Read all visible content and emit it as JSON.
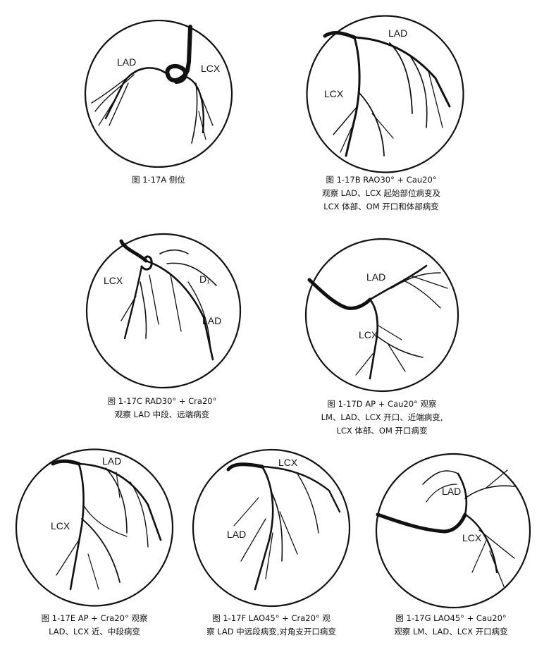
{
  "panels": [
    {
      "id": "A",
      "labels": [
        "LAD",
        "LCX"
      ],
      "caption": [
        "图 1-17A   侧位"
      ]
    },
    {
      "id": "B",
      "labels": [
        "LAD",
        "LCX"
      ],
      "caption": [
        "图 1-17B   RAO30°  + Cau20°",
        "观察 LAD、LCX 起始部位病变及",
        "LCX 体部、OM 开口和体部病变"
      ]
    },
    {
      "id": "C",
      "labels": [
        "LCX",
        "D₁",
        "LAD"
      ],
      "caption": [
        "图 1-17C   RAD30°  + Cra20°",
        "观察 LAD 中段、远端病变"
      ]
    },
    {
      "id": "D",
      "labels": [
        "LAD",
        "LCX"
      ],
      "caption": [
        "图 1-17D   AP + Cau20°  观察",
        "LM、LAD、LCX 开口、近端病变,",
        "LCX 体部、OM 开口病变"
      ]
    },
    {
      "id": "E",
      "labels": [
        "LAD",
        "LCX"
      ],
      "caption": [
        "图 1-17E   AP + Cra20°  观察",
        "LAD、LCX 近、中段病变"
      ]
    },
    {
      "id": "F",
      "labels": [
        "LCX",
        "LAD"
      ],
      "caption": [
        "图 1-17F   LAO45°  + Cra20°  观",
        "察 LAD 中远段病变,对角支开口病变"
      ]
    },
    {
      "id": "G",
      "labels": [
        "LAD",
        "LCX"
      ],
      "caption": [
        "图 1-17G   LAO45°  + Cau20°",
        "观察 LM、LAD、LCX 开口病变"
      ]
    }
  ]
}
